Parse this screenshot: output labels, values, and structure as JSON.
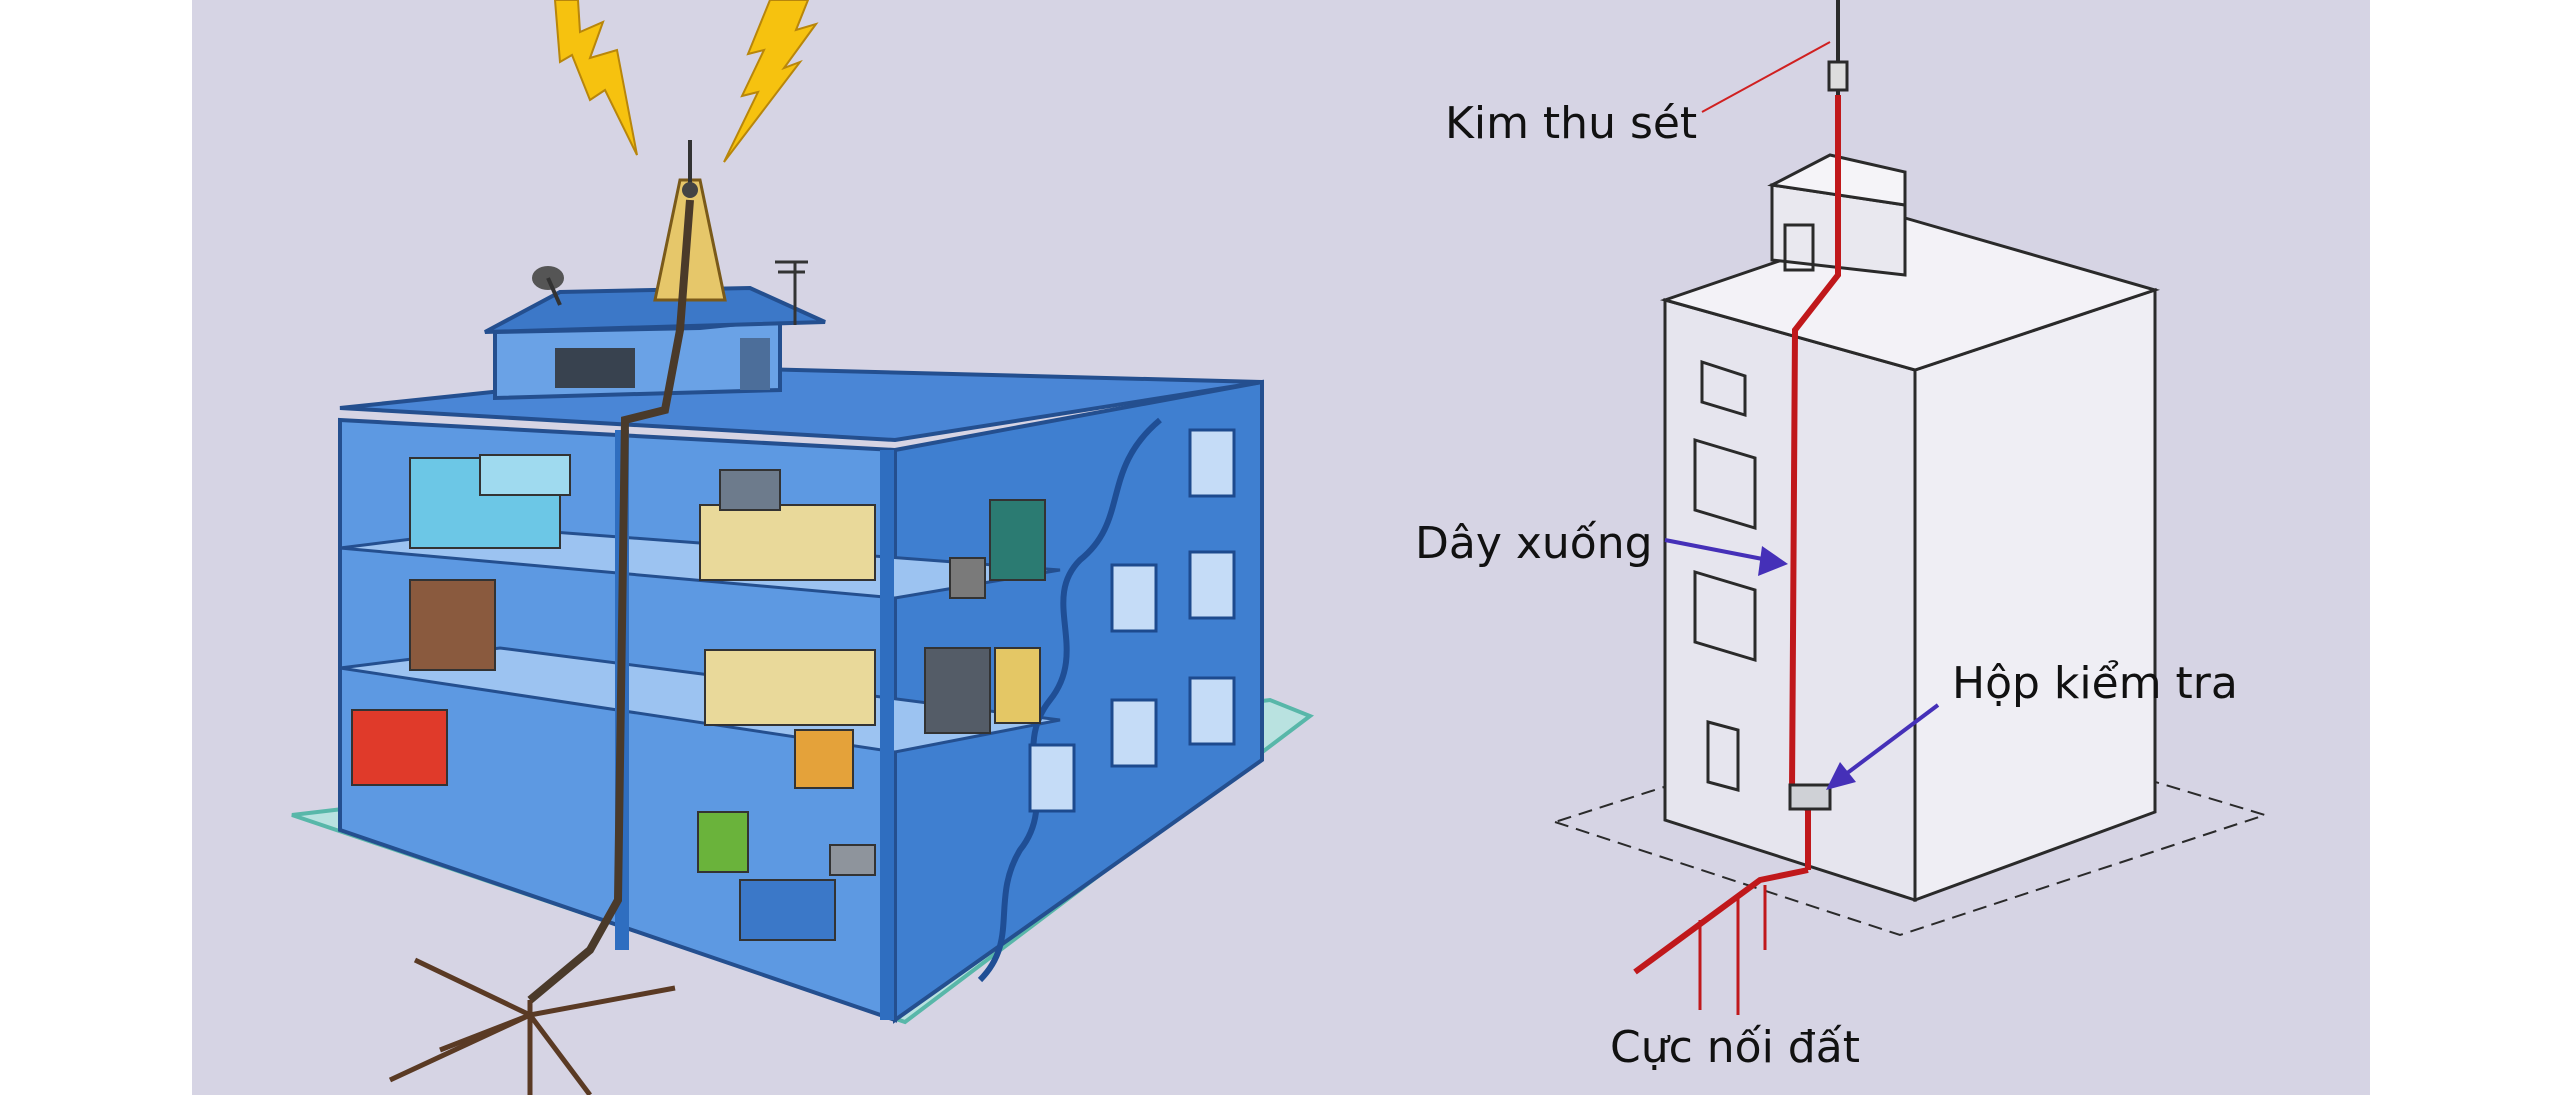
{
  "labels": {
    "air_terminal": "Kim thu sét",
    "down_conductor": "Dây xuống",
    "test_box": "Hộp kiểm tra",
    "earth_electrode": "Cực nối đất"
  },
  "colors": {
    "background": "#d6d4e4",
    "building_blue": "#3f7fd0",
    "lightning_yellow": "#f6c20f",
    "conductor_red": "#c0181b",
    "arrow_blue": "#4530b8",
    "outline": "#2a2a2a"
  },
  "icons": [
    "lightning-bolt-icon",
    "lightning-bolt-icon",
    "lightning-rod-icon",
    "satellite-dish-icon",
    "tv-antenna-icon"
  ]
}
